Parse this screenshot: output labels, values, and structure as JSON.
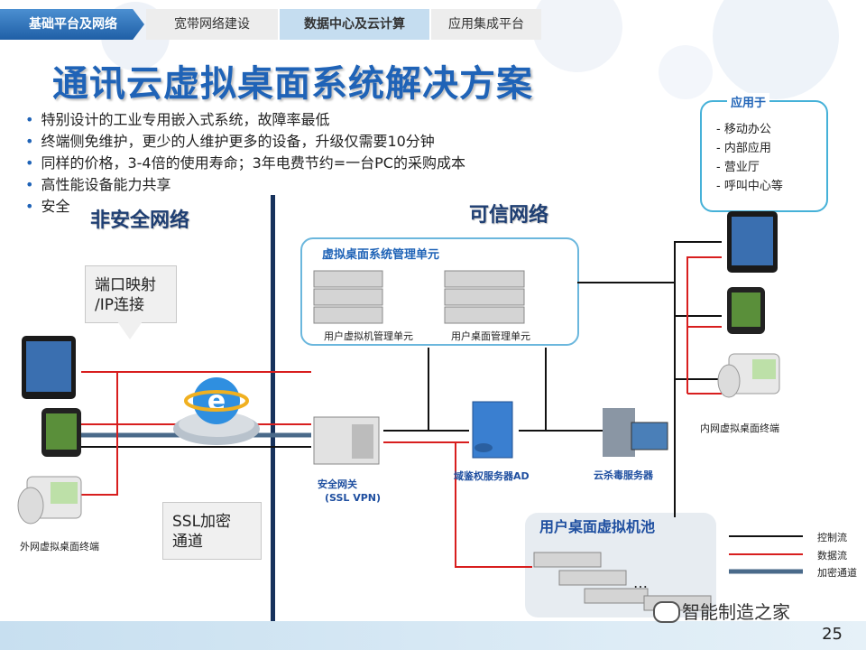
{
  "nav": {
    "items": [
      "基础平台及网络",
      "宽带网络建设",
      "数据中心及云计算",
      "应用集成平台"
    ]
  },
  "title": "通讯云虚拟桌面系统解决方案",
  "bullets": [
    "特别设计的工业专用嵌入式系统，故障率最低",
    "终端侧免维护，更少的人维护更多的设备，升级仅需要10分钟",
    "同样的价格，3-4倍的使用寿命；3年电费节约=一台PC的采购成本",
    "高性能设备能力共享",
    "安全"
  ],
  "apply": {
    "title": "应用于",
    "items": [
      "- 移动办公",
      "- 内部应用",
      "- 营业厅",
      "- 呼叫中心等"
    ]
  },
  "zones": {
    "unsafe": "非安全网络",
    "trusted": "可信网络"
  },
  "callouts": {
    "port_mapping": [
      "端口映射",
      "/IP连接"
    ],
    "ssl": [
      "SSL加密",
      "通道"
    ]
  },
  "mgmt": {
    "title": "虚拟桌面系统管理单元",
    "vm_unit": "用户虚拟机管理单元",
    "desktop_unit": "用户桌面管理单元"
  },
  "nodes": {
    "gateway": [
      "安全网关",
      "(SSL VPN)"
    ],
    "ad": "域鉴权服务器AD",
    "antivirus": "云杀毒服务器",
    "pool": "用户桌面虚拟机池",
    "external_terminal": "外网虚拟桌面终端",
    "internal_terminal": "内网虚拟桌面终端",
    "ellipsis": "…"
  },
  "legend": [
    "控制流",
    "数据流",
    "加密通道"
  ],
  "footer": {
    "watermark": "智能制造之家",
    "page": "25"
  },
  "colors": {
    "accent": "#1f63b7",
    "control_flow": "#111111",
    "data_flow": "#d81e1e",
    "encrypted": "#4a6a8a"
  }
}
